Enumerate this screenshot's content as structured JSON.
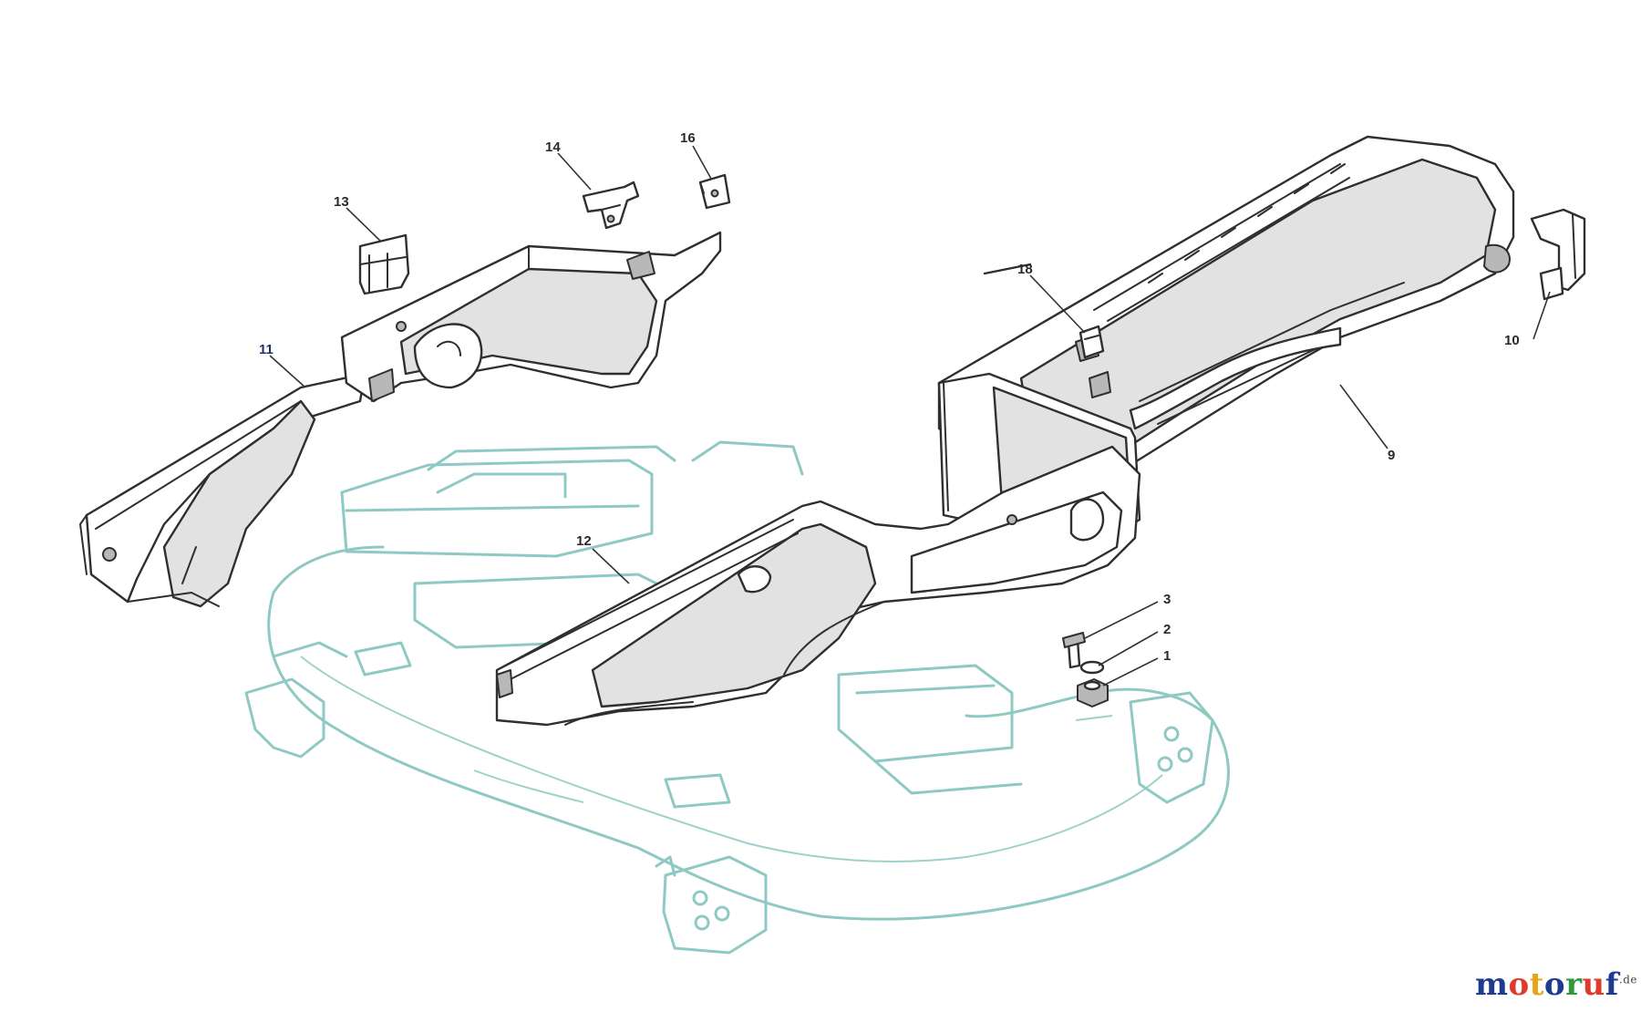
{
  "diagram": {
    "callouts": [
      "13",
      "14",
      "16",
      "11",
      "18",
      "10",
      "9",
      "12",
      "3",
      "2",
      "1"
    ],
    "colors": {
      "line": "#2f2f2f",
      "deck_outline": "#8fc9c4",
      "part_fill": "#e2e2e2",
      "callout_text": "#2a2a2a",
      "callout_text_11": "#24306a"
    }
  },
  "watermark": {
    "parts": [
      {
        "text": "m",
        "color": "#1d3c8f"
      },
      {
        "text": "o",
        "color": "#e03a2a"
      },
      {
        "text": "t",
        "color": "#e8a317"
      },
      {
        "text": "o",
        "color": "#1d3c8f"
      },
      {
        "text": "r",
        "color": "#2e9a3a"
      },
      {
        "text": "u",
        "color": "#e03a2a"
      },
      {
        "text": "f",
        "color": "#1d3c8f"
      }
    ],
    "suffix": ".de"
  }
}
